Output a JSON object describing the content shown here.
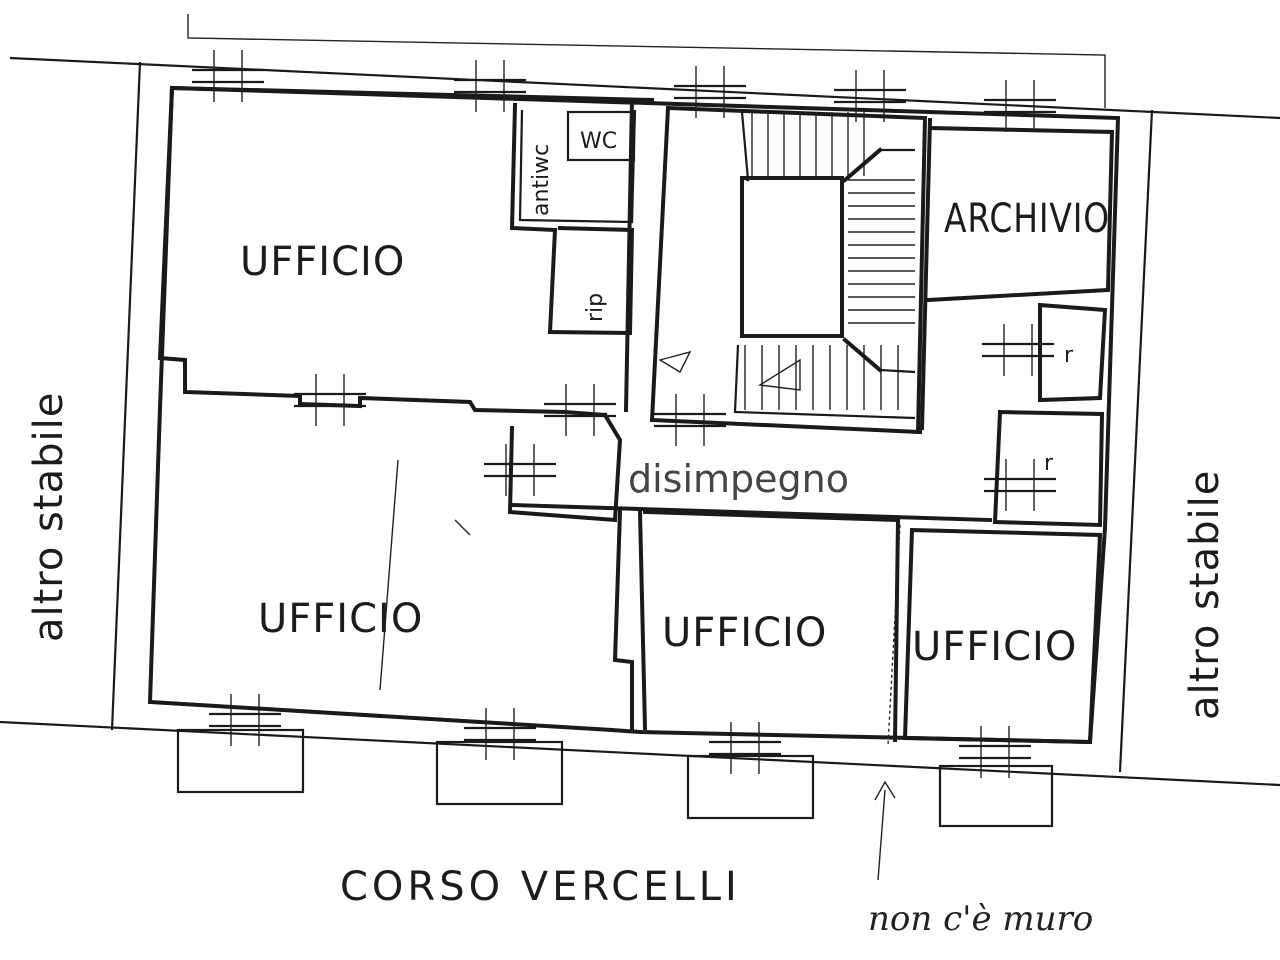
{
  "rooms": {
    "office_top_left": "UFFICIO",
    "office_bottom_left": "UFFICIO",
    "office_bottom_center": "UFFICIO",
    "office_bottom_right": "UFFICIO",
    "archive": "ARCHIVIO",
    "corridor": "disimpegno",
    "wc": "WC",
    "anti_wc": "antiwc",
    "rip": "rip",
    "r_upper": "r",
    "r_lower": "r"
  },
  "neighbours": {
    "left": "altro stabile",
    "right": "altro stabile"
  },
  "street": "CORSO VERCELLI",
  "handwritten_note": "non c'è muro"
}
